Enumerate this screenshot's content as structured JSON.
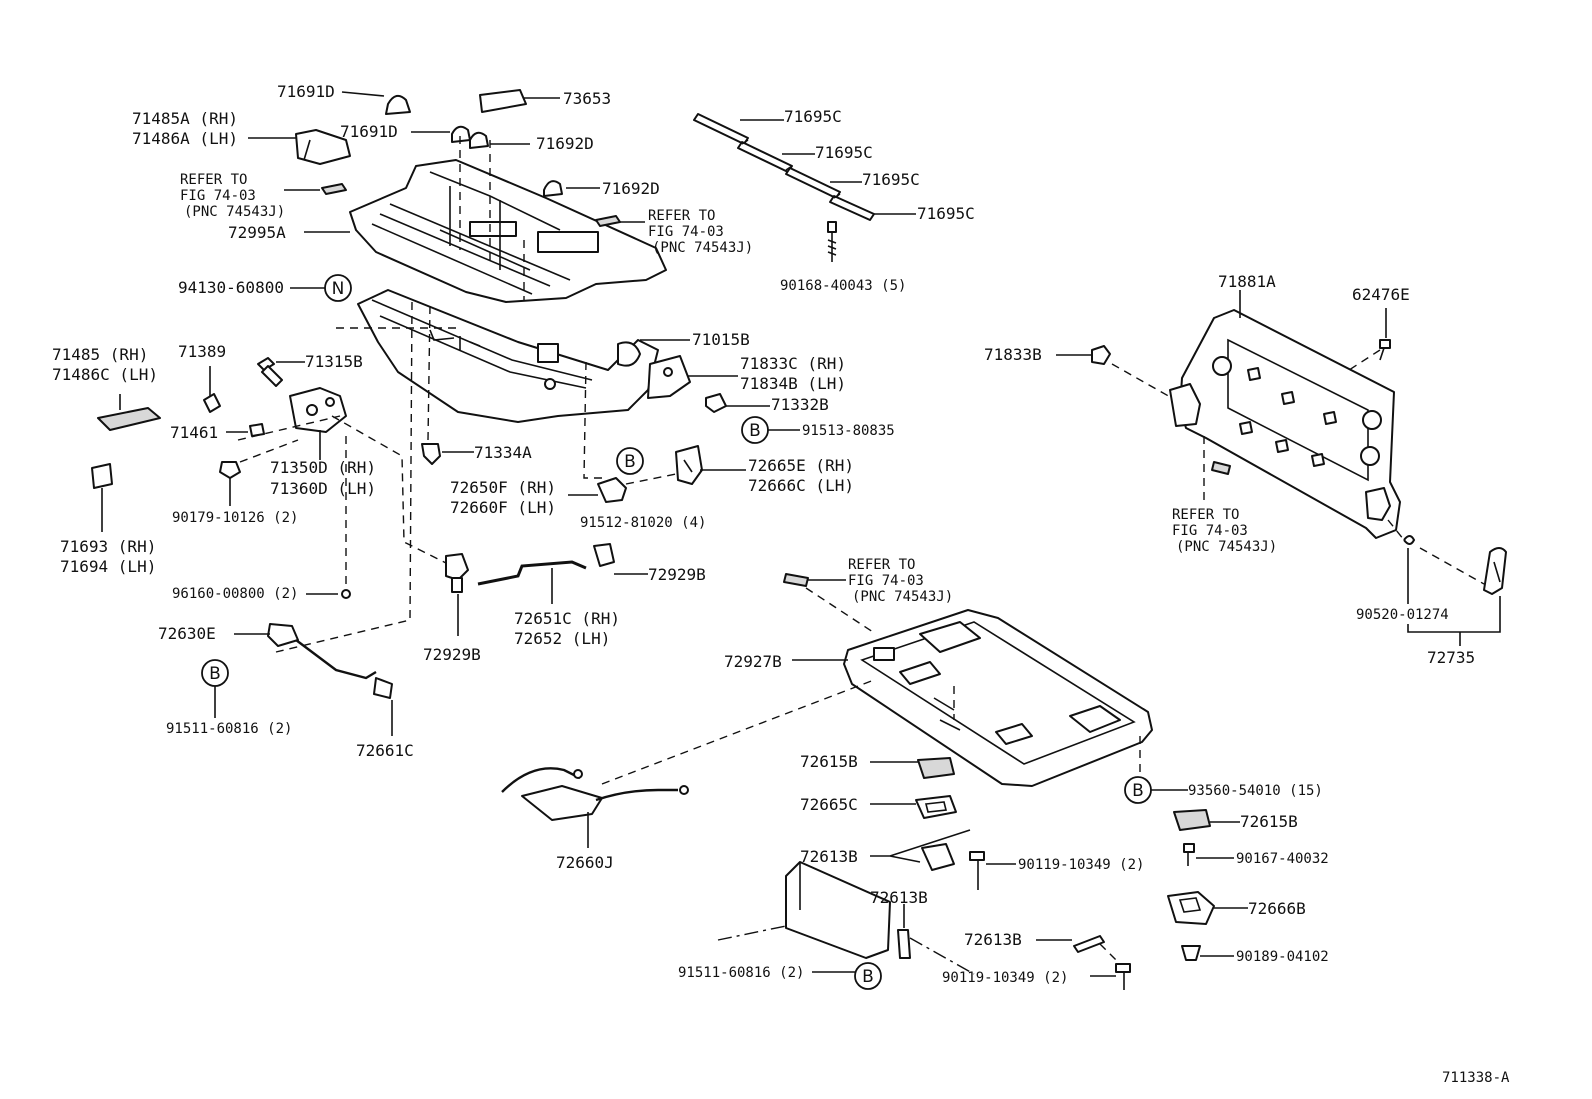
{
  "labels": {
    "l71691D_a": "71691D",
    "l73653": "73653",
    "l71485A": "71485A (RH)",
    "l71486A": "71486A (LH)",
    "l71691D_b": "71691D",
    "l71692D_a": "71692D",
    "l71692D_b": "71692D",
    "refer1_a": "REFER TO",
    "refer1_b": "FIG 74-03",
    "refer1_c": "(PNC 74543J)",
    "l72995A": "72995A",
    "refer2_a": "REFER TO",
    "refer2_b": "FIG 74-03",
    "refer2_c": "(PNC 74543J)",
    "l71695C_a": "71695C",
    "l71695C_b": "71695C",
    "l71695C_c": "71695C",
    "l71695C_d": "71695C",
    "l90168": "90168-40043 (5)",
    "l94130": "94130-60800",
    "l71015B": "71015B",
    "l71485": "71485  (RH)",
    "l71486C": "71486C (LH)",
    "l71389": "71389",
    "l71315B": "71315B",
    "l71833C": "71833C (RH)",
    "l71834B": "71834B (LH)",
    "l71332B": "71332B",
    "l91513": "91513-80835",
    "l71461": "71461",
    "l71334A": "71334A",
    "l71350D": "71350D (RH)",
    "l71360D": "71360D (LH)",
    "l72665E": "72665E (RH)",
    "l72666C": "72666C (LH)",
    "l72650F": "72650F (RH)",
    "l72660F": "72660F (LH)",
    "l90179": "90179-10126 (2)",
    "l91512": "91512-81020 (4)",
    "l71693": "71693 (RH)",
    "l71694": "71694 (LH)",
    "l72929B_a": "72929B",
    "l96160": "96160-00800 (2)",
    "l72651C": "72651C (RH)",
    "l72652": "72652  (LH)",
    "l72630E": "72630E",
    "l72929B_b": "72929B",
    "l91511_a": "91511-60816 (2)",
    "l72661C": "72661C",
    "l71881A": "71881A",
    "l62476E": "62476E",
    "l71833B": "71833B",
    "refer3_a": "REFER TO",
    "refer3_b": "FIG 74-03",
    "refer3_c": "(PNC 74543J)",
    "l90520": "90520-01274",
    "l72735": "72735",
    "refer4_a": "REFER TO",
    "refer4_b": "FIG 74-03",
    "refer4_c": "(PNC 74543J)",
    "l72927B": "72927B",
    "l72615B_a": "72615B",
    "l72665C": "72665C",
    "l93560": "93560-54010 (15)",
    "l72615B_b": "72615B",
    "l90167": "90167-40032",
    "l72660J": "72660J",
    "l72613B_a": "72613B",
    "l90119_a": "90119-10349 (2)",
    "l72666B": "72666B",
    "l72613B_b": "72613B",
    "l72613B_c": "72613B",
    "l90189": "90189-04102",
    "l91511_b": "91511-60816 (2)",
    "l90119_b": "90119-10349 (2)",
    "footer": "711338-A"
  },
  "markers": {
    "n": "N",
    "b": "B"
  }
}
